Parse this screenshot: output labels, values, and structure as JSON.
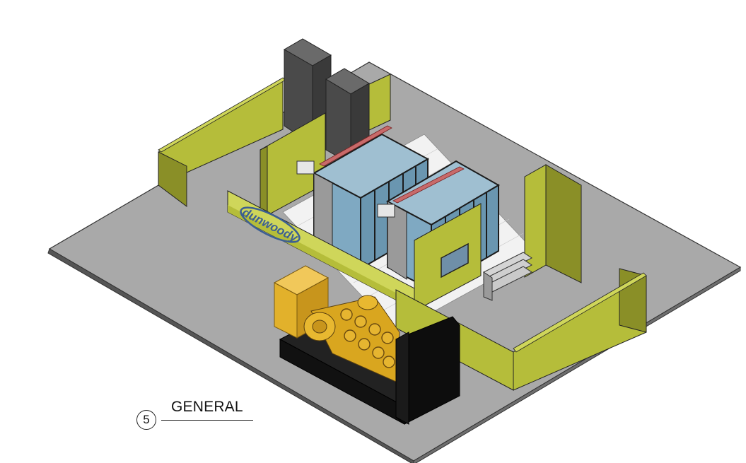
{
  "drawing": {
    "view_number": "5",
    "view_title": "GENERAL",
    "logo_text": "dunwoody"
  },
  "colors": {
    "slab_top": "#a8a8a8",
    "slab_edge": "#5a5a5a",
    "wall_face": "#b5bd3a",
    "wall_side": "#8a8f27",
    "wall_top": "#cfd65a",
    "rack_dark": "#4a4a4a",
    "rack_glass": "#7fa9c2",
    "rack_frame": "#1c1c1c",
    "cable_tray": "#c86a6a",
    "generator_yellow": "#e2b12b",
    "generator_black": "#0d0d0d",
    "floor_tile": "#f2f2f2"
  }
}
